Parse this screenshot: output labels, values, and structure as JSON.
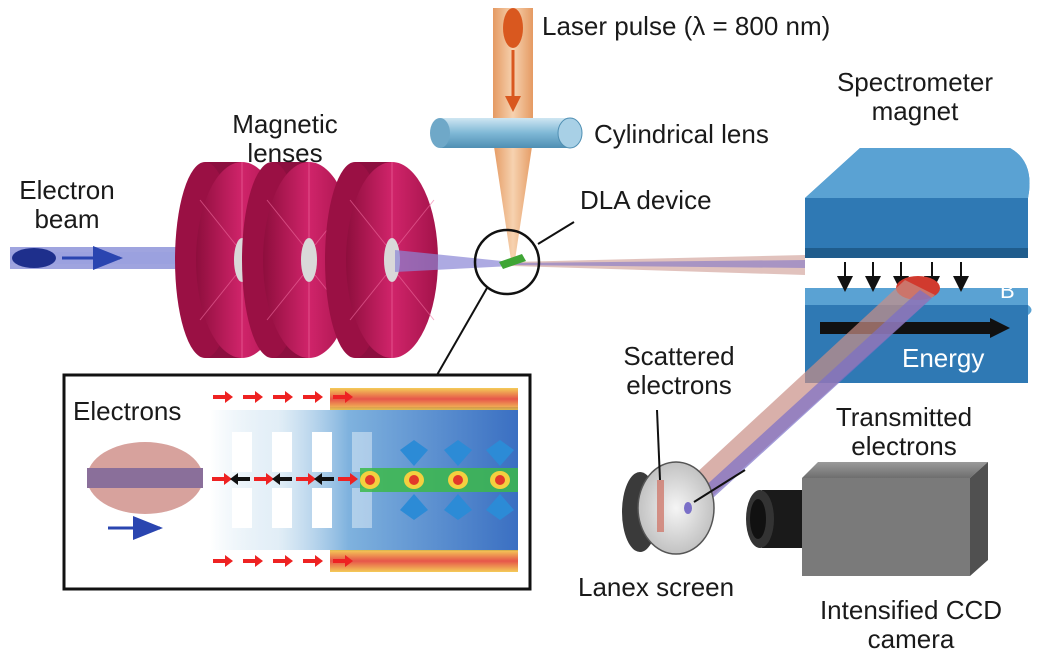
{
  "labels": {
    "laser_pulse": "Laser pulse (λ = 800 nm)",
    "spectrometer_magnet": [
      "Spectrometer",
      "magnet"
    ],
    "magnetic_lenses": [
      "Magnetic",
      "lenses"
    ],
    "cylindrical_lens": "Cylindrical lens",
    "electron_beam": [
      "Electron",
      "beam"
    ],
    "dla_device": "DLA device",
    "field_b": "B",
    "energy": "Energy",
    "electrons": "Electrons",
    "scattered_electrons": [
      "Scattered",
      "electrons"
    ],
    "transmitted_electrons": [
      "Transmitted",
      "electrons"
    ],
    "lanex_screen": "Lanex screen",
    "ccd_camera": [
      "Intensified CCD",
      "camera"
    ]
  },
  "colors": {
    "electron_beam": "#6a73c8",
    "lens_ring": "#c2185b",
    "magnet_blue": "#2f79b4",
    "laser_beam": "#e8a878",
    "dla_green": "#4caf50",
    "arrow_red": "#ee2222"
  }
}
